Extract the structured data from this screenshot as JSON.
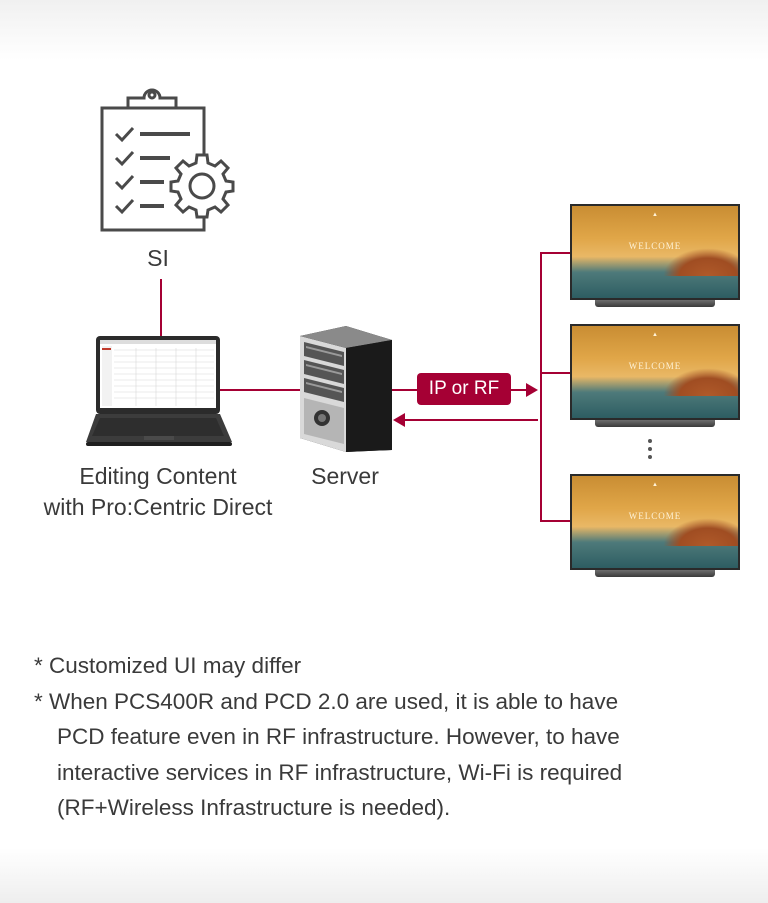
{
  "labels": {
    "si": "SI",
    "editing_line1": "Editing Content",
    "editing_line2": "with Pro:Centric Direct",
    "server": "Server",
    "connection": "IP or RF"
  },
  "tv": {
    "welcome_text": "WELCOME",
    "count_shown": 3
  },
  "notes": {
    "line1": "* Customized UI may differ",
    "line2": "* When PCS400R and PCD 2.0 are used, it is able to have",
    "line3": "PCD feature even in RF infrastructure. However, to have",
    "line4": "interactive services in RF infrastructure, Wi-Fi is required",
    "line5": "(RF+Wireless Infrastructure is needed)."
  },
  "colors": {
    "accent": "#a50034",
    "text": "#3a3a3a"
  },
  "icons": [
    "checklist-gear-icon",
    "laptop-icon",
    "server-icon",
    "tv-icon"
  ]
}
